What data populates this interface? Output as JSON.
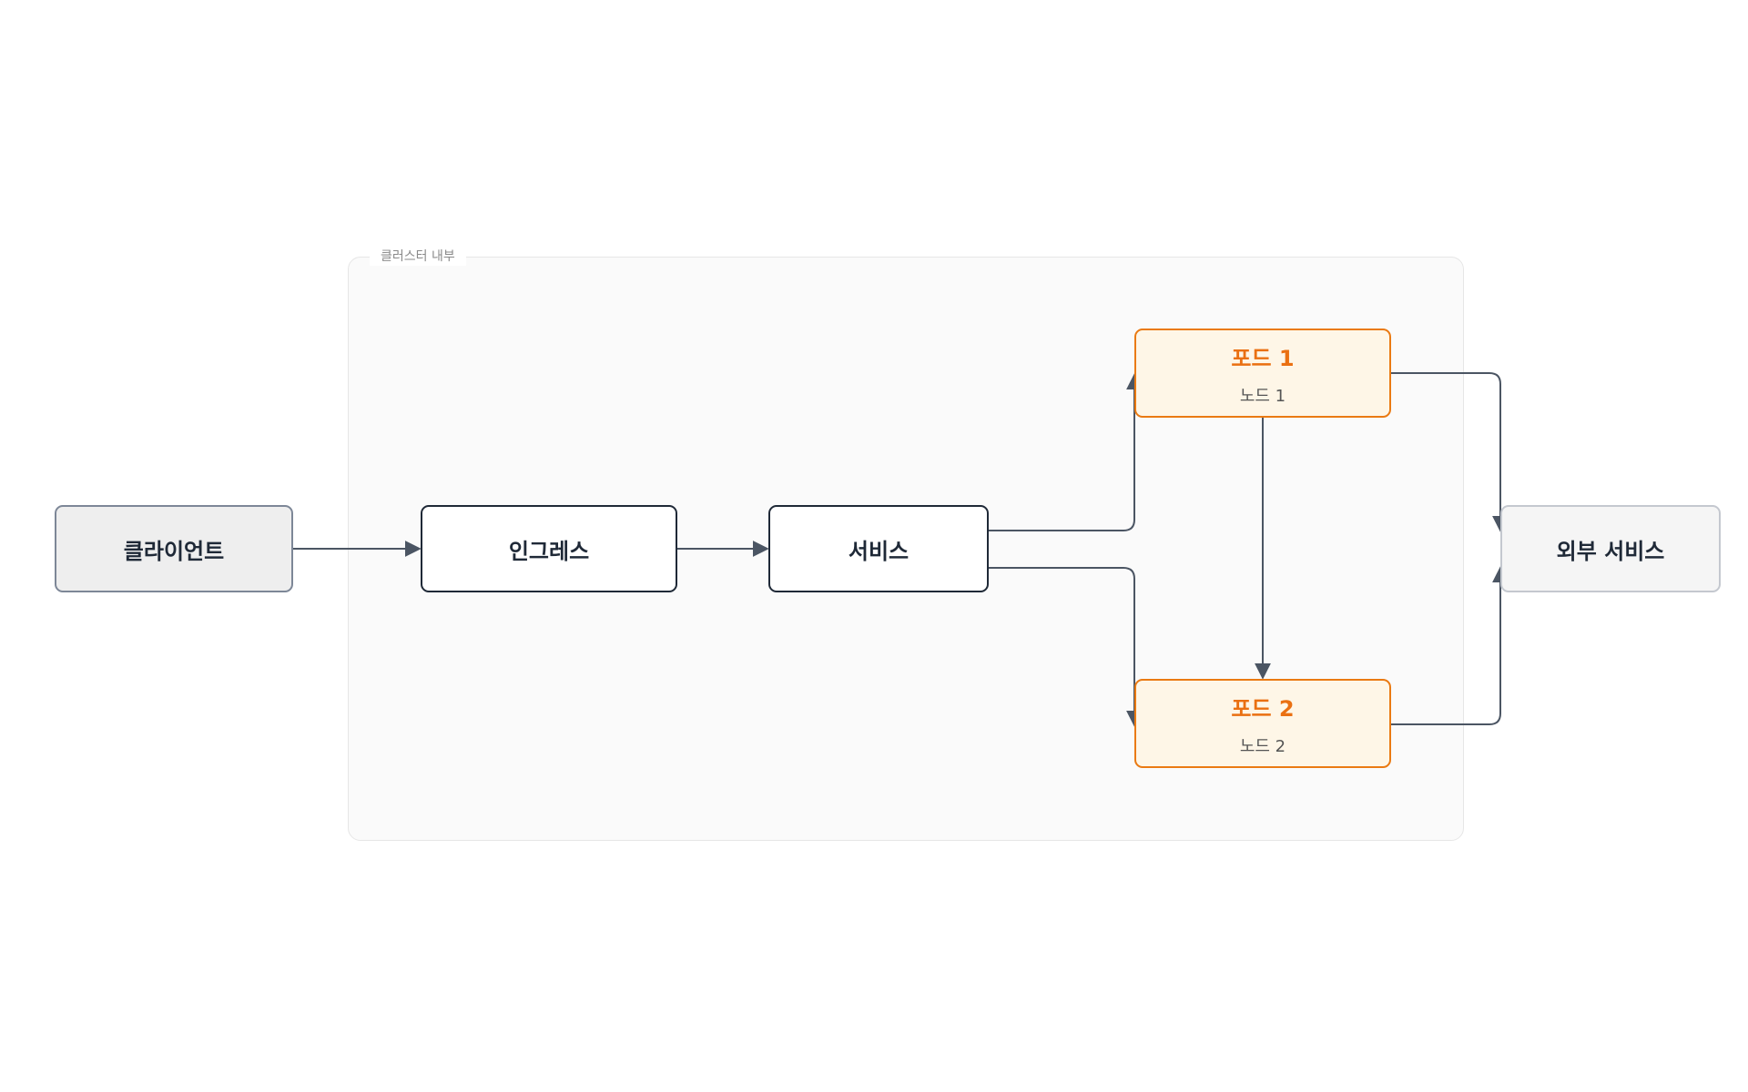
{
  "diagram": {
    "cluster_label": "클러스터 내부",
    "nodes": {
      "client": "클라이언트",
      "ingress": "인그레스",
      "service": "서비스",
      "pod1_title": "포드 1",
      "pod1_sub": "노드 1",
      "pod2_title": "포드 2",
      "pod2_sub": "노드 2",
      "external": "외부 서비스"
    },
    "edges": [
      {
        "from": "client",
        "to": "ingress"
      },
      {
        "from": "ingress",
        "to": "service"
      },
      {
        "from": "service",
        "to": "pod1"
      },
      {
        "from": "service",
        "to": "pod2"
      },
      {
        "from": "pod1",
        "to": "pod2"
      },
      {
        "from": "pod1",
        "to": "external"
      },
      {
        "from": "pod2",
        "to": "external"
      }
    ],
    "colors": {
      "edge": "#4b5563",
      "pod_border": "#ea7a12",
      "pod_fill": "#fef6e7",
      "pod_text": "#ea7012",
      "node_border": "#1f2937"
    }
  }
}
